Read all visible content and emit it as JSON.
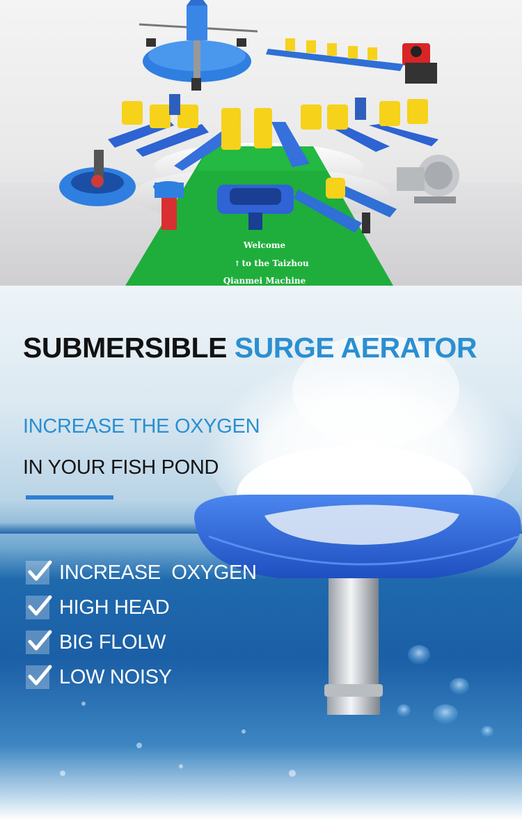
{
  "showroom": {
    "welcome_lines": [
      "Welcome",
      "to the Taizhou",
      "Qianmei Machine"
    ]
  },
  "headline": {
    "part1": "SUBMERSIBLE",
    "part2": "SURGE AERATOR"
  },
  "subheading": {
    "line1": "INCREASE THE OXYGEN",
    "line2": "IN YOUR FISH POND"
  },
  "features": [
    {
      "label": "INCREASE  OXYGEN"
    },
    {
      "label": "HIGH HEAD"
    },
    {
      "label": "BIG FLOLW"
    },
    {
      "label": "LOW NOISY"
    }
  ],
  "colors": {
    "accent_blue": "#2b8fd0",
    "carpet_green": "#1fae3c",
    "float_blue": "#2f63d6",
    "paddle_yellow": "#f6d21b"
  }
}
